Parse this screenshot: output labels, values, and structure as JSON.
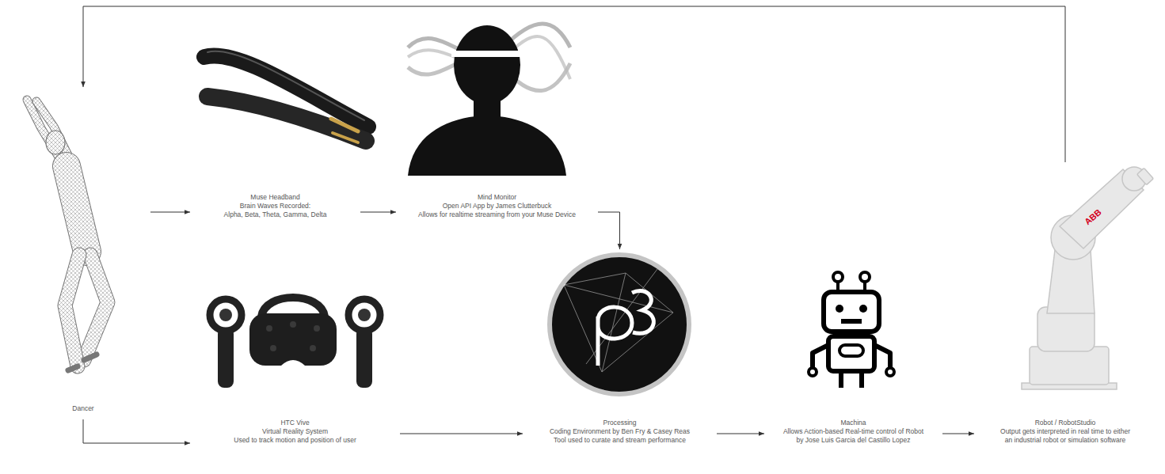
{
  "diagram": {
    "nodes": [
      {
        "text": [
          "Dancer"
        ]
      },
      {
        "text": [
          "Muse Headband",
          "Brain Waves Recorded:",
          "Alpha, Beta, Theta, Gamma, Delta"
        ]
      },
      {
        "text": [
          "Mind Monitor",
          "Open API App by James Clutterbuck",
          "Allows for realtime streaming from your Muse Device"
        ]
      },
      {
        "text": [
          "HTC Vive",
          "Virtual Reality System",
          "Used to track motion and position of user"
        ]
      },
      {
        "text": [
          "Processing",
          "Coding Environment by Ben Fry & Casey Reas",
          "Tool used to curate and stream performance"
        ]
      },
      {
        "text": [
          "Machina",
          "Allows Action-based Real-time control of Robot",
          "by Jose Luis Garcia del Castillo Lopez"
        ]
      },
      {
        "text": [
          "Robot / RobotStudio",
          "Output gets interpreted in real time to either",
          "an industrial robot or simulation software"
        ]
      }
    ],
    "edges": [
      {
        "from": 0,
        "to": 1,
        "arrow": "to"
      },
      {
        "from": 1,
        "to": 2,
        "arrow": "to"
      },
      {
        "from": 2,
        "to": 4,
        "arrow": "to"
      },
      {
        "from": 0,
        "to": 3,
        "arrow": "to"
      },
      {
        "from": 3,
        "to": 4,
        "arrow": "to"
      },
      {
        "from": 4,
        "to": 5,
        "arrow": "to"
      },
      {
        "from": 5,
        "to": 6,
        "arrow": "to"
      },
      {
        "from": 6,
        "to": 0,
        "arrow": "to"
      }
    ],
    "labels": [
      "ABB"
    ]
  }
}
